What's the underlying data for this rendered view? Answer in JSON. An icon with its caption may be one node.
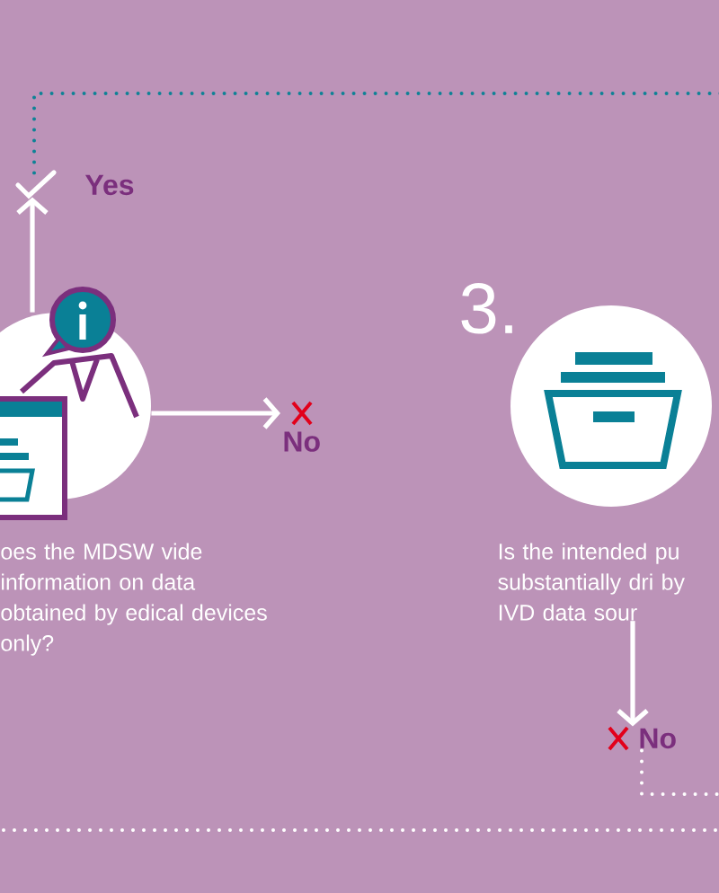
{
  "diagram": {
    "nodes": [
      {
        "text": [
          "oes the MDSW vide information on data obtained by edical devices only?"
        ]
      },
      {
        "text": [
          "Yes"
        ]
      },
      {
        "text": [
          "No"
        ]
      },
      {
        "text": [
          "3.",
          "Is the intended pu substantially dri by IVD data sour"
        ]
      },
      {
        "text": [
          "No"
        ]
      }
    ],
    "edges": [
      {
        "from": 0,
        "to": 1,
        "arrow": "to"
      },
      {
        "from": 0,
        "to": 2,
        "arrow": "to"
      },
      {
        "from": 3,
        "to": 4,
        "arrow": "to"
      },
      {
        "from": 1,
        "to": null,
        "arrow": "none",
        "style": "dashed",
        "color": "#0e8296"
      },
      {
        "from": 4,
        "to": null,
        "arrow": "none",
        "style": "dashed"
      }
    ]
  }
}
